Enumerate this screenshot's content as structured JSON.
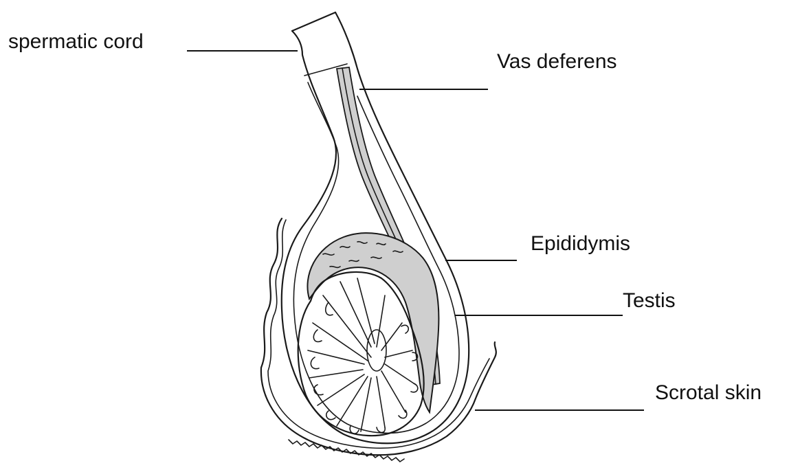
{
  "labels": {
    "spermatic_cord": "spermatic cord",
    "vas_deferens": "Vas deferens",
    "epididymis": "Epididymis",
    "testis": "Testis",
    "scrotal_skin": "Scrotal skin"
  },
  "colors": {
    "ink": "#1a1a1a",
    "fill_gray": "#cfcfcf",
    "background": "#ffffff"
  }
}
